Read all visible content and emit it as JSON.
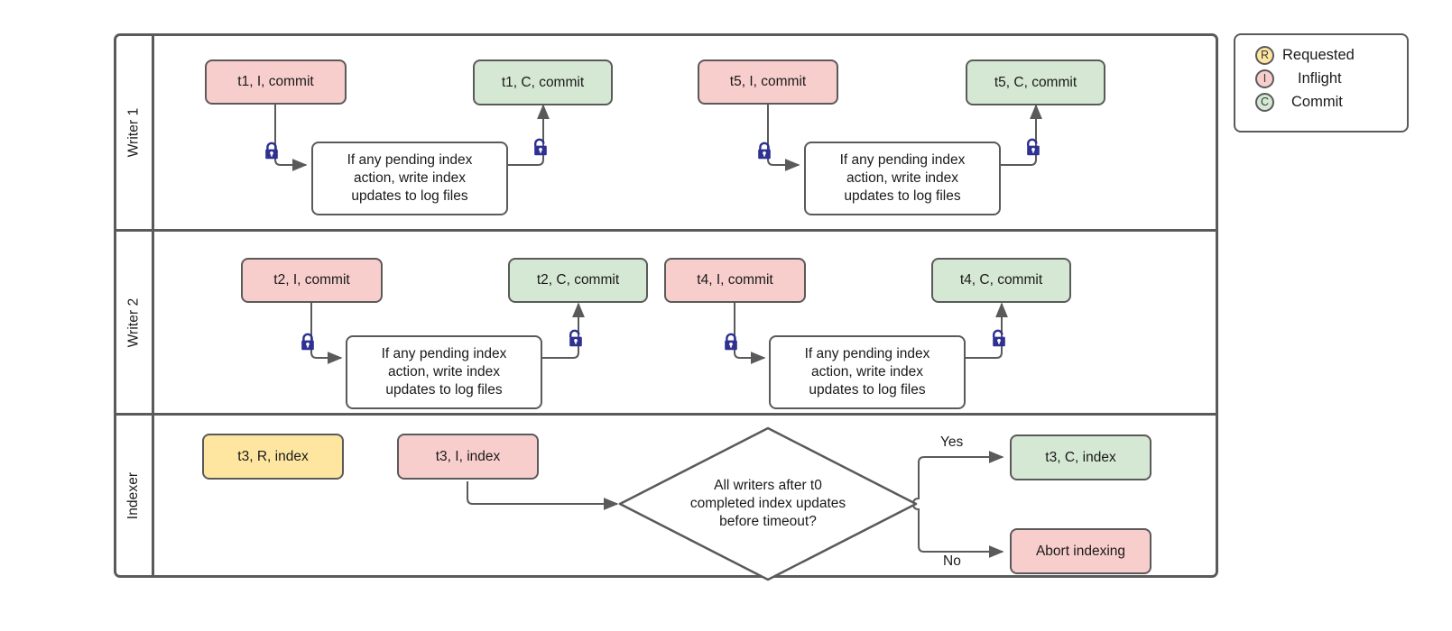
{
  "diagram": {
    "title": "Writer / Indexer swimlane flow",
    "colors": {
      "stroke": "#5a5a5a",
      "red": "#f8cecc",
      "green": "#d5e8d4",
      "yellow": "#ffe6a0",
      "lock": "#2e3191",
      "text": "#1a1a1a"
    },
    "lanes": [
      {
        "id": "writer-1",
        "label": "Writer 1",
        "nodes": [
          {
            "id": "t1-i",
            "text": "t1, I, commit",
            "fill": "red"
          },
          {
            "id": "w1-step-1",
            "text": "If any pending index action, write index updates to log files",
            "fill": "white"
          },
          {
            "id": "t1-c",
            "text": "t1, C, commit",
            "fill": "green"
          },
          {
            "id": "t5-i",
            "text": "t5, I, commit",
            "fill": "red"
          },
          {
            "id": "w1-step-2",
            "text": "If any pending index action, write index updates to log files",
            "fill": "white"
          },
          {
            "id": "t5-c",
            "text": "t5, C, commit",
            "fill": "green"
          }
        ],
        "locks": [
          {
            "id": "w1-lock-closed-1",
            "state": "locked"
          },
          {
            "id": "w1-lock-open-1",
            "state": "unlocked"
          },
          {
            "id": "w1-lock-closed-2",
            "state": "locked"
          },
          {
            "id": "w1-lock-open-2",
            "state": "unlocked"
          }
        ]
      },
      {
        "id": "writer-2",
        "label": "Writer 2",
        "nodes": [
          {
            "id": "t2-i",
            "text": "t2, I, commit",
            "fill": "red"
          },
          {
            "id": "w2-step-1",
            "text": "If any pending index action, write index updates to log files",
            "fill": "white"
          },
          {
            "id": "t2-c",
            "text": "t2, C, commit",
            "fill": "green"
          },
          {
            "id": "t4-i",
            "text": "t4, I, commit",
            "fill": "red"
          },
          {
            "id": "w2-step-2",
            "text": "If any pending index action, write index updates to log files",
            "fill": "white"
          },
          {
            "id": "t4-c",
            "text": "t4, C, commit",
            "fill": "green"
          }
        ],
        "locks": [
          {
            "id": "w2-lock-closed-1",
            "state": "locked"
          },
          {
            "id": "w2-lock-open-1",
            "state": "unlocked"
          },
          {
            "id": "w2-lock-closed-2",
            "state": "locked"
          },
          {
            "id": "w2-lock-open-2",
            "state": "unlocked"
          }
        ]
      },
      {
        "id": "indexer",
        "label": "Indexer",
        "nodes": [
          {
            "id": "t3-r",
            "text": "t3, R, index",
            "fill": "yellow"
          },
          {
            "id": "t3-i",
            "text": "t3, I, index",
            "fill": "red"
          },
          {
            "id": "decision",
            "text": "All writers after t0 completed index updates before timeout?",
            "fill": "white"
          },
          {
            "id": "t3-c",
            "text": "t3, C, index",
            "fill": "green"
          },
          {
            "id": "abort",
            "text": "Abort indexing",
            "fill": "red"
          }
        ],
        "edge_labels": [
          {
            "id": "yes-label",
            "text": "Yes"
          },
          {
            "id": "no-label",
            "text": "No"
          }
        ]
      }
    ],
    "step_text_lines": [
      "If any pending index",
      "action, write index",
      "updates to log files"
    ],
    "decision_lines": [
      "All writers after t0",
      "completed index updates",
      "before timeout?"
    ],
    "legend": {
      "items": [
        {
          "id": "legend-requested",
          "badge": "R",
          "label": "Requested",
          "fill": "yellow"
        },
        {
          "id": "legend-inflight",
          "badge": "I",
          "label": "Inflight",
          "fill": "red"
        },
        {
          "id": "legend-commit",
          "badge": "C",
          "label": "Commit",
          "fill": "green"
        }
      ]
    }
  }
}
